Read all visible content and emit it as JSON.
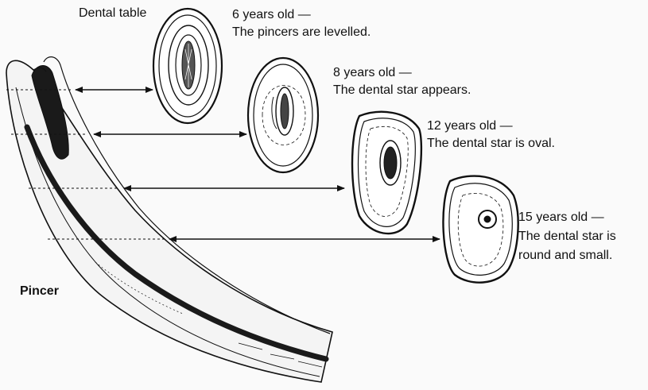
{
  "labels": {
    "dental_table": "Dental table",
    "pincer": "Pincer"
  },
  "stages": [
    {
      "age": "6 years old —",
      "description": [
        "The pincers are levelled."
      ]
    },
    {
      "age": "8 years old —",
      "description": [
        "The dental star appears."
      ]
    },
    {
      "age": "12 years old —",
      "description": [
        "The dental star is oval."
      ]
    },
    {
      "age": "15 years old —",
      "description": [
        "The dental star is",
        "round and small."
      ]
    }
  ],
  "colors": {
    "ink": "#111111",
    "paper": "#fafafa"
  }
}
